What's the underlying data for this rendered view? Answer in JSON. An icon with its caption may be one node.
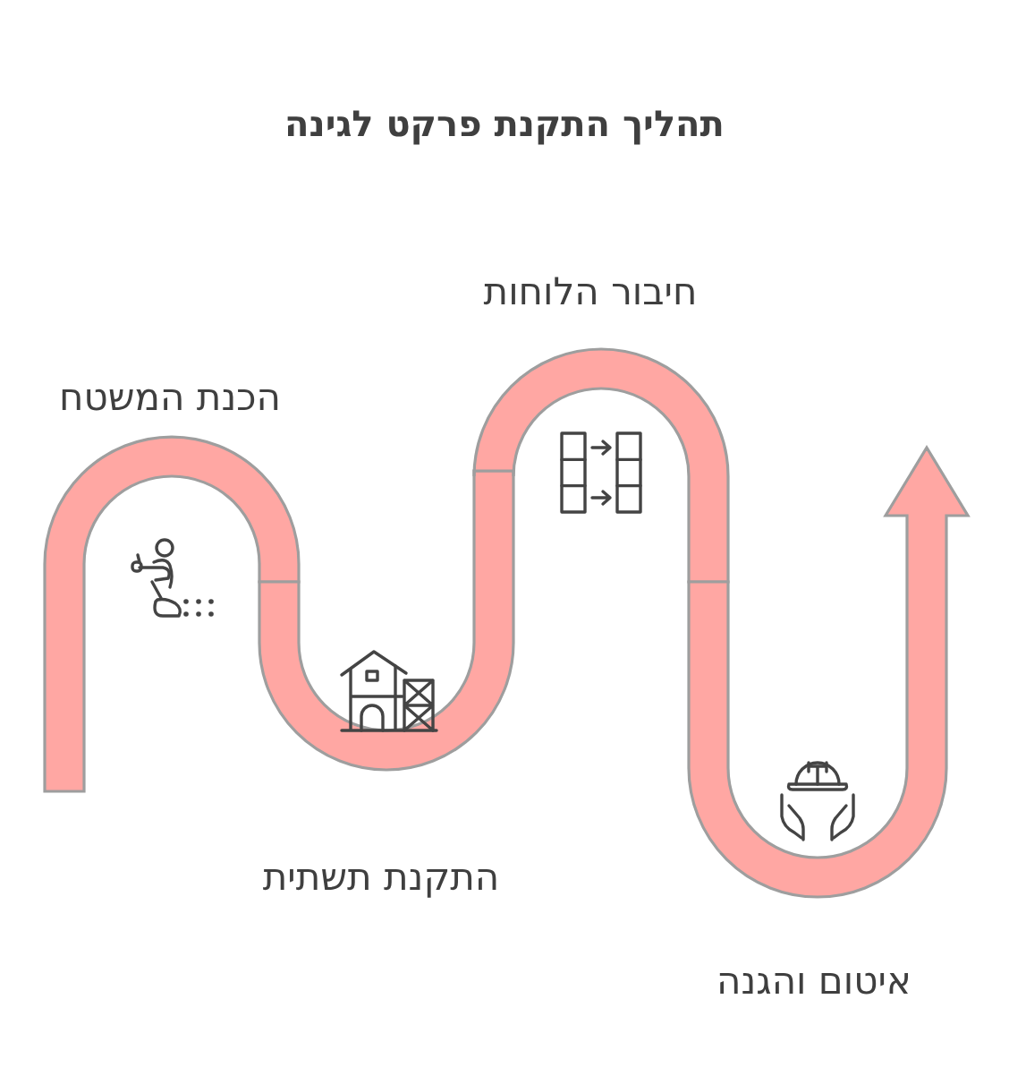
{
  "diagram": {
    "title": "תהליך התקנת פרקט לגינה",
    "nodes": [
      {
        "text": [
          "הכנת המשטח"
        ]
      },
      {
        "text": [
          "התקנת תשתית"
        ]
      },
      {
        "text": [
          "חיבור הלוחות"
        ]
      },
      {
        "text": [
          "איטום והגנה"
        ]
      }
    ]
  }
}
